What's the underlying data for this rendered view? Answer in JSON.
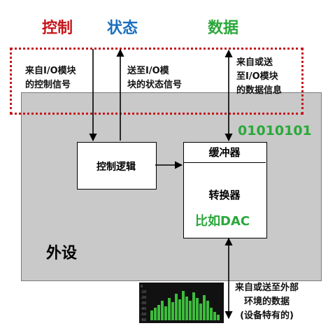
{
  "header": {
    "control": "控制",
    "status": "状态",
    "data": "数据"
  },
  "colors": {
    "control": "#c4161c",
    "status": "#1a6fbf",
    "data": "#2aa83a",
    "dash": "#c4161c",
    "device_bg": "#c9c9c9"
  },
  "signals": {
    "control_in": "来自I/O模块\n的控制信号",
    "status_out": "送至I/O模\n块的状态信号",
    "data_io": "来自或送\n至I/O模块\n的数据信息",
    "env_io": "来自或送至外部\n环境的数据\n(设备特有的)"
  },
  "blocks": {
    "control_logic": "控制逻辑",
    "buffer": "缓冲器",
    "converter": "转换器"
  },
  "annotations": {
    "binary": "01010101",
    "example": "比如DAC",
    "device": "外设"
  }
}
